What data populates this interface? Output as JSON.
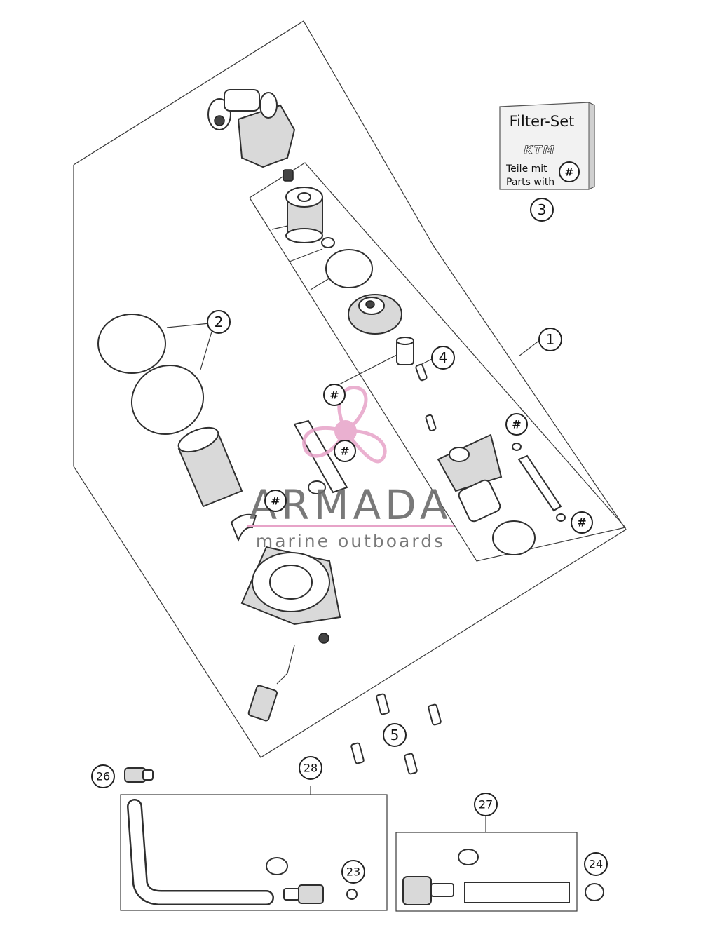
{
  "callouts": {
    "c1": "1",
    "c2": "2",
    "c3": "3",
    "c4": "4",
    "c5": "5",
    "c23": "23",
    "c24": "24",
    "c26": "26",
    "c27": "27",
    "c28": "28"
  },
  "hash_marker": "#",
  "filter_set": {
    "title": "Filter-Set",
    "brand": "KTM",
    "line_de": "Teile mit",
    "line_en": "Parts with"
  },
  "watermark": {
    "name": "ARMADA",
    "tagline": "marine outboards",
    "accent_color": "#e7a3c8",
    "text_color": "#6b6b6b"
  }
}
